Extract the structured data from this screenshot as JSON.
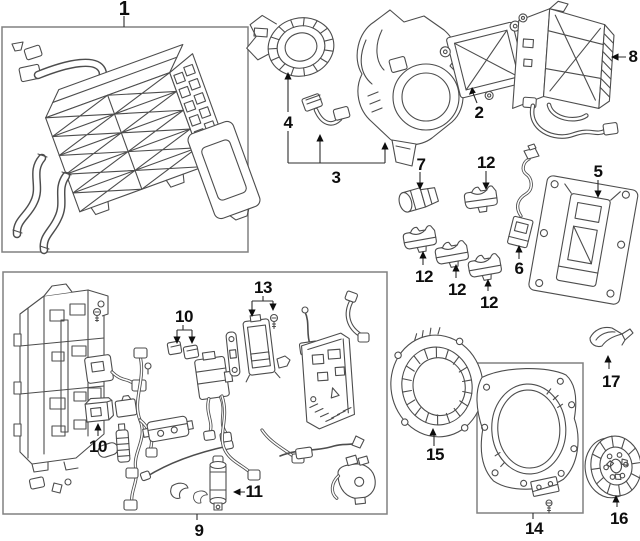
{
  "diagram": {
    "type": "exploded-parts-diagram",
    "background_color": "#ffffff",
    "line_color": "#4d4d4d",
    "label_color": "#0d0d0d",
    "callouts": [
      {
        "label": "1"
      },
      {
        "label": "4"
      },
      {
        "label": "3"
      },
      {
        "label": "2"
      },
      {
        "label": "8"
      },
      {
        "label": "7"
      },
      {
        "label": "12"
      },
      {
        "label": "5"
      },
      {
        "label": "6"
      },
      {
        "label": "12"
      },
      {
        "label": "12"
      },
      {
        "label": "12"
      },
      {
        "label": "10"
      },
      {
        "label": "13"
      },
      {
        "label": "10"
      },
      {
        "label": "11"
      },
      {
        "label": "9"
      },
      {
        "label": "15"
      },
      {
        "label": "14"
      },
      {
        "label": "16"
      },
      {
        "label": "17"
      }
    ]
  }
}
